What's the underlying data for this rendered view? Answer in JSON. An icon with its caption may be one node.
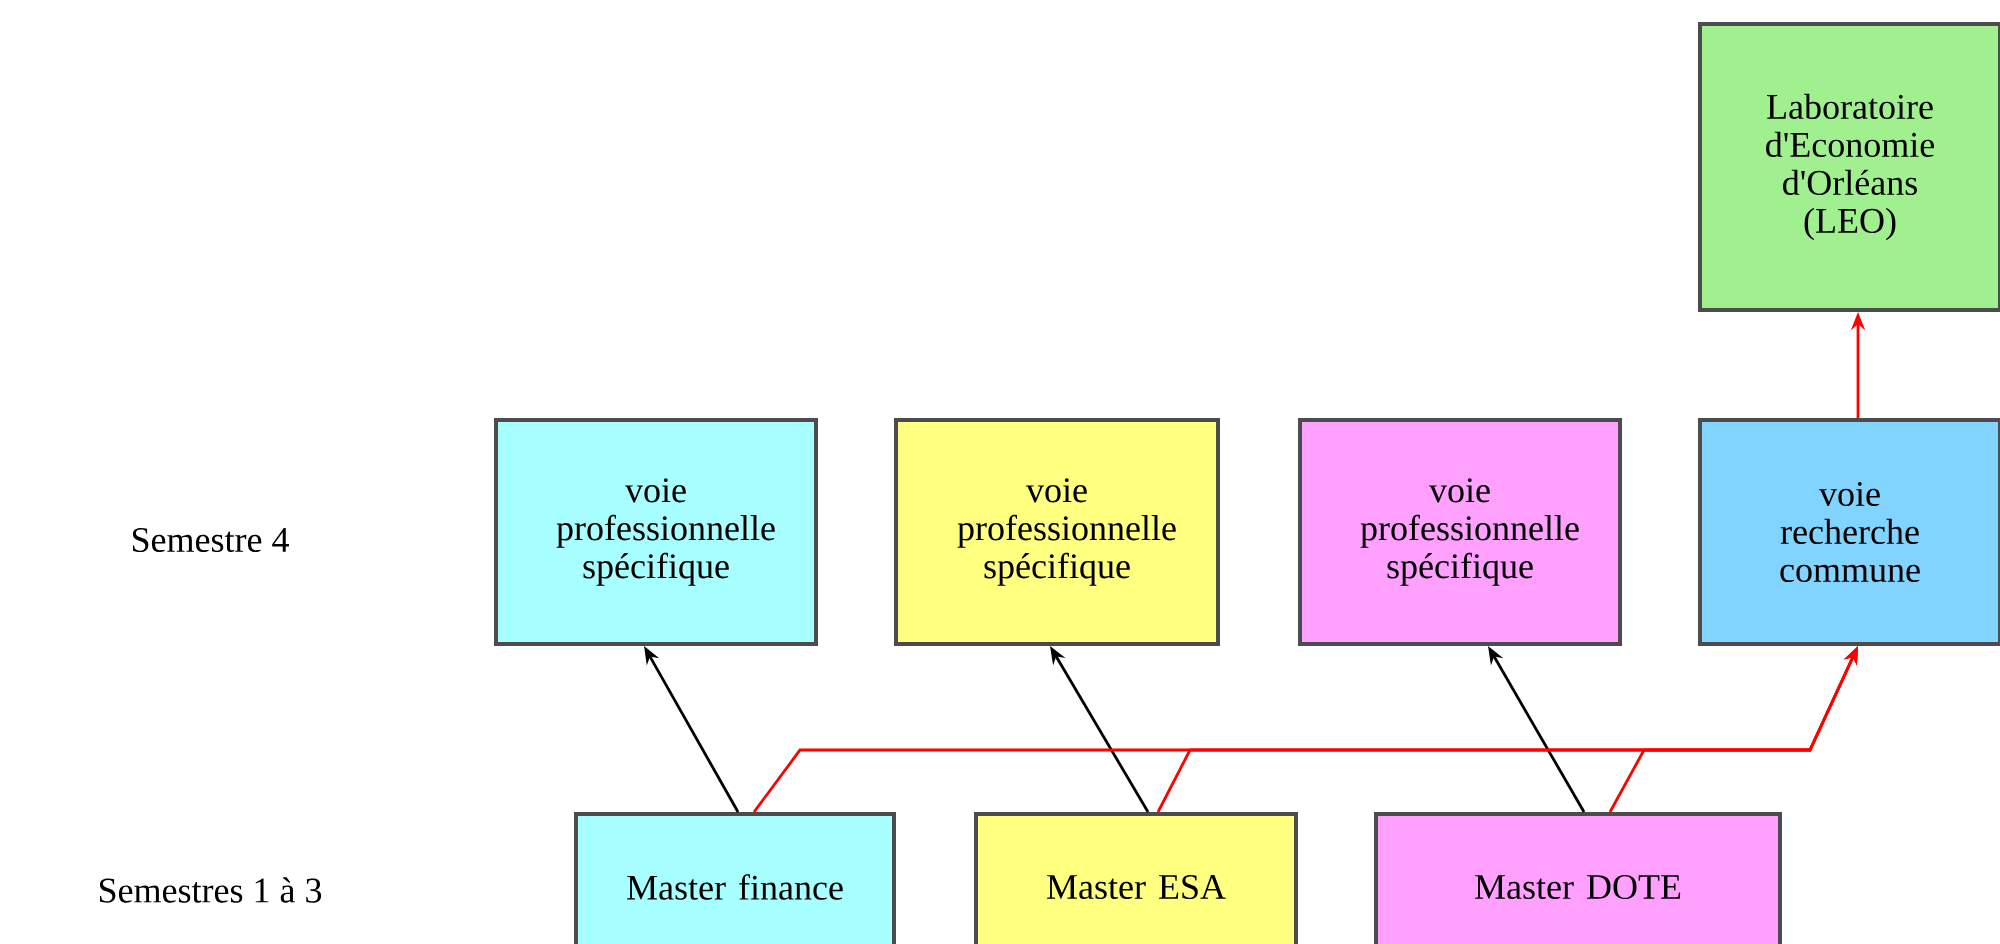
{
  "diagram": {
    "nodes": [
      {
        "text": [
          "Laboratoire d'Economie d'Orléans (LEO)"
        ]
      },
      {
        "text": [
          "voie professionnelle spécifique"
        ]
      },
      {
        "text": [
          "voie professionnelle spécifique"
        ]
      },
      {
        "text": [
          "voie professionnelle spécifique"
        ]
      },
      {
        "text": [
          "voie recherche commune"
        ]
      },
      {
        "text": [
          "Master finance"
        ]
      },
      {
        "text": [
          "Master ESA"
        ]
      },
      {
        "text": [
          "Master DOTE"
        ]
      }
    ],
    "edges": [
      {
        "from": 5,
        "to": 1,
        "arrow": "to",
        "color": "#000000"
      },
      {
        "from": 6,
        "to": 2,
        "arrow": "to",
        "color": "#000000"
      },
      {
        "from": 7,
        "to": 3,
        "arrow": "to",
        "color": "#000000"
      },
      {
        "from": 5,
        "to": 4,
        "arrow": "to",
        "color": "#ff0000"
      },
      {
        "from": 6,
        "to": 4,
        "arrow": "to",
        "color": "#ff0000"
      },
      {
        "from": 7,
        "to": 4,
        "arrow": "to",
        "color": "#ff0000"
      },
      {
        "from": 4,
        "to": 0,
        "arrow": "to",
        "color": "#ff0000"
      }
    ],
    "labels": [
      "Semestre 4",
      "Semestres 1 à 3"
    ]
  }
}
